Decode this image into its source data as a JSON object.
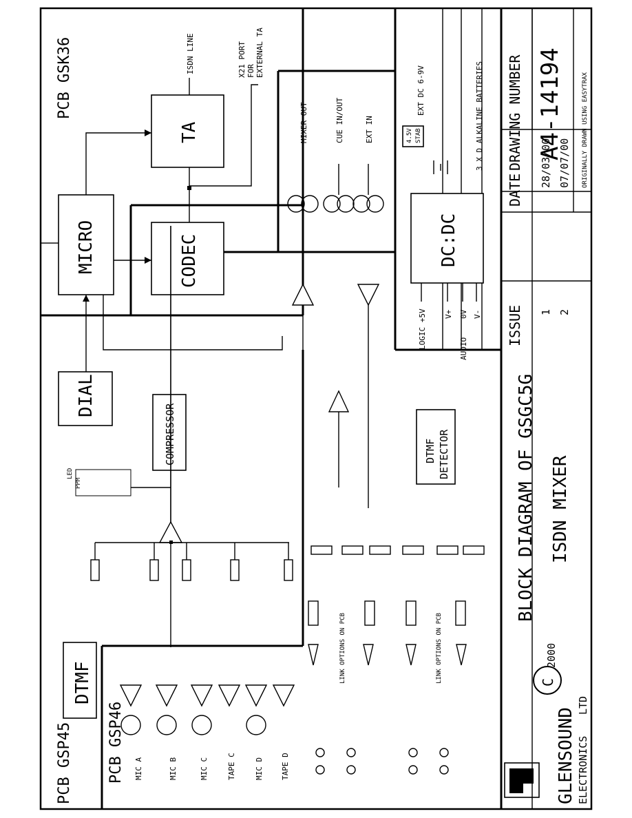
{
  "diagram_title": "BLOCK DIAGRAM OF GSGC5G",
  "diagram_subtitle": "ISDN MIXER",
  "drawing_number_label": "DRAWING NUMBER",
  "drawing_number": "A4-14194",
  "drawn_note": "ORIGINALLY DRAWN USING EASYTRAX",
  "revision_table": {
    "issue_header": "ISSUE",
    "date_header": "DATE",
    "rows": [
      {
        "issue": "1",
        "date": "28/03/00"
      },
      {
        "issue": "2",
        "date": "07/07/00"
      }
    ]
  },
  "company": {
    "copyright_symbol": "C",
    "year": "2000",
    "name": "GLENSOUND",
    "line2_left": "ELECTRONICS",
    "line2_right": "LTD"
  },
  "pcbs": {
    "gsk36": "PCB GSK36",
    "gsp45": "PCB GSP45",
    "gsp46": "PCB GSP46"
  },
  "blocks": {
    "ta": "TA",
    "micro": "MICRO",
    "codec": "CODEC",
    "dcdc": "DC:DC",
    "dial": "DIAL",
    "compressor": "COMPRESSOR",
    "dtmf_detector_line1": "DTMF",
    "dtmf_detector_line2": "DETECTOR",
    "dtmf": "DTMF",
    "stab_line1": "4.5V",
    "stab_line2": "STAB",
    "led_ppm_line1": "LED",
    "led_ppm_line2": "PPM"
  },
  "labels": {
    "isdn_line": "ISDN LINE",
    "x21_line1": "X21 PORT",
    "x21_line2": "FOR",
    "x21_line3": "EXTERNAL TA",
    "mixer_out": "MIXER OUT",
    "cue_in_out": "CUE IN/OUT",
    "ext_in": "EXT IN",
    "ext_dc": "EXT DC 6-9V",
    "batteries": "3 X D ALKALINE BATTERIES",
    "logic": "LOGIC +5V",
    "audio": "AUDIO",
    "v_plus": "V+",
    "zero_v": "0V",
    "v_minus": "V-",
    "link_options": "LINK OPTIONS ON PCB"
  },
  "inputs": [
    "MIC A",
    "MIC B",
    "MIC C",
    "TAPE C",
    "MIC D",
    "TAPE D"
  ]
}
